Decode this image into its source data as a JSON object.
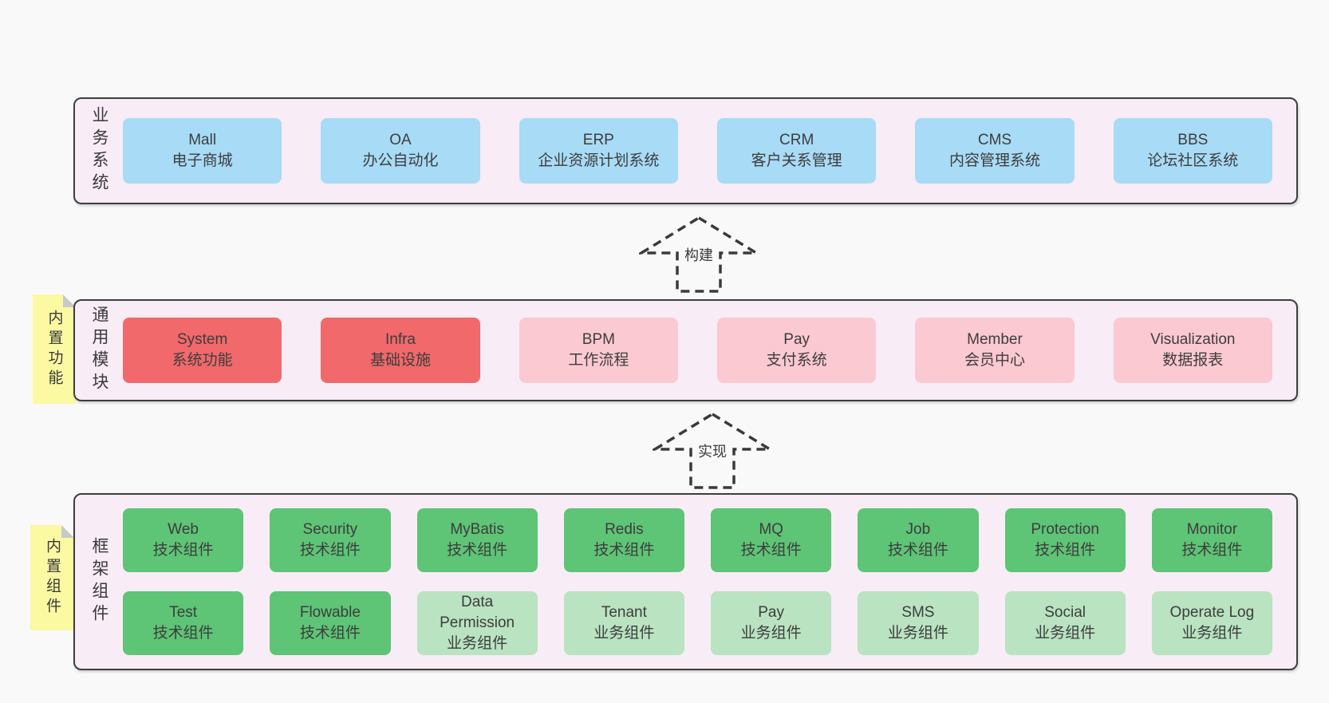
{
  "palette": {
    "page_bg": "#F9F9F9",
    "panel_bg": "#F8ECF6",
    "panel_border": "#3E3E3E",
    "blue": "#A8DBF5",
    "red": "#F1696B",
    "pink": "#FBC9D1",
    "green": "#5EC476",
    "light_green": "#B9E3C1",
    "sticky_yellow": "#FBF9A2",
    "sticky_fold": "#C9C9C9",
    "text": "#3D3D3D"
  },
  "arrows": {
    "build": {
      "label": "构建"
    },
    "implement": {
      "label": "实现"
    }
  },
  "business": {
    "label": "业务系统",
    "boxes": [
      {
        "title": "Mall",
        "subtitle": "电子商城",
        "variant": "blue"
      },
      {
        "title": "OA",
        "subtitle": "办公自动化",
        "variant": "blue"
      },
      {
        "title": "ERP",
        "subtitle": "企业资源计划系统",
        "variant": "blue"
      },
      {
        "title": "CRM",
        "subtitle": "客户关系管理",
        "variant": "blue"
      },
      {
        "title": "CMS",
        "subtitle": "内容管理系统",
        "variant": "blue"
      },
      {
        "title": "BBS",
        "subtitle": "论坛社区系统",
        "variant": "blue"
      }
    ]
  },
  "modules": {
    "label": "通用模块",
    "sticky": "内置功能",
    "boxes": [
      {
        "title": "System",
        "subtitle": "系统功能",
        "variant": "red"
      },
      {
        "title": "Infra",
        "subtitle": "基础设施",
        "variant": "red"
      },
      {
        "title": "BPM",
        "subtitle": "工作流程",
        "variant": "pink"
      },
      {
        "title": "Pay",
        "subtitle": "支付系统",
        "variant": "pink"
      },
      {
        "title": "Member",
        "subtitle": "会员中心",
        "variant": "pink"
      },
      {
        "title": "Visualization",
        "subtitle": "数据报表",
        "variant": "pink"
      }
    ]
  },
  "components": {
    "label": "框架组件",
    "sticky": "内置组件",
    "row1": [
      {
        "title": "Web",
        "subtitle": "技术组件",
        "variant": "green"
      },
      {
        "title": "Security",
        "subtitle": "技术组件",
        "variant": "green"
      },
      {
        "title": "MyBatis",
        "subtitle": "技术组件",
        "variant": "green"
      },
      {
        "title": "Redis",
        "subtitle": "技术组件",
        "variant": "green"
      },
      {
        "title": "MQ",
        "subtitle": "技术组件",
        "variant": "green"
      },
      {
        "title": "Job",
        "subtitle": "技术组件",
        "variant": "green"
      },
      {
        "title": "Protection",
        "subtitle": "技术组件",
        "variant": "green"
      },
      {
        "title": "Monitor",
        "subtitle": "技术组件",
        "variant": "green"
      }
    ],
    "row2": [
      {
        "title": "Test",
        "subtitle": "技术组件",
        "variant": "green"
      },
      {
        "title": "Flowable",
        "subtitle": "技术组件",
        "variant": "green"
      },
      {
        "title": "Data Permission",
        "subtitle": "业务组件",
        "variant": "light_green"
      },
      {
        "title": "Tenant",
        "subtitle": "业务组件",
        "variant": "light_green"
      },
      {
        "title": "Pay",
        "subtitle": "业务组件",
        "variant": "light_green"
      },
      {
        "title": "SMS",
        "subtitle": "业务组件",
        "variant": "light_green"
      },
      {
        "title": "Social",
        "subtitle": "业务组件",
        "variant": "light_green"
      },
      {
        "title": "Operate Log",
        "subtitle": "业务组件",
        "variant": "light_green"
      }
    ]
  }
}
